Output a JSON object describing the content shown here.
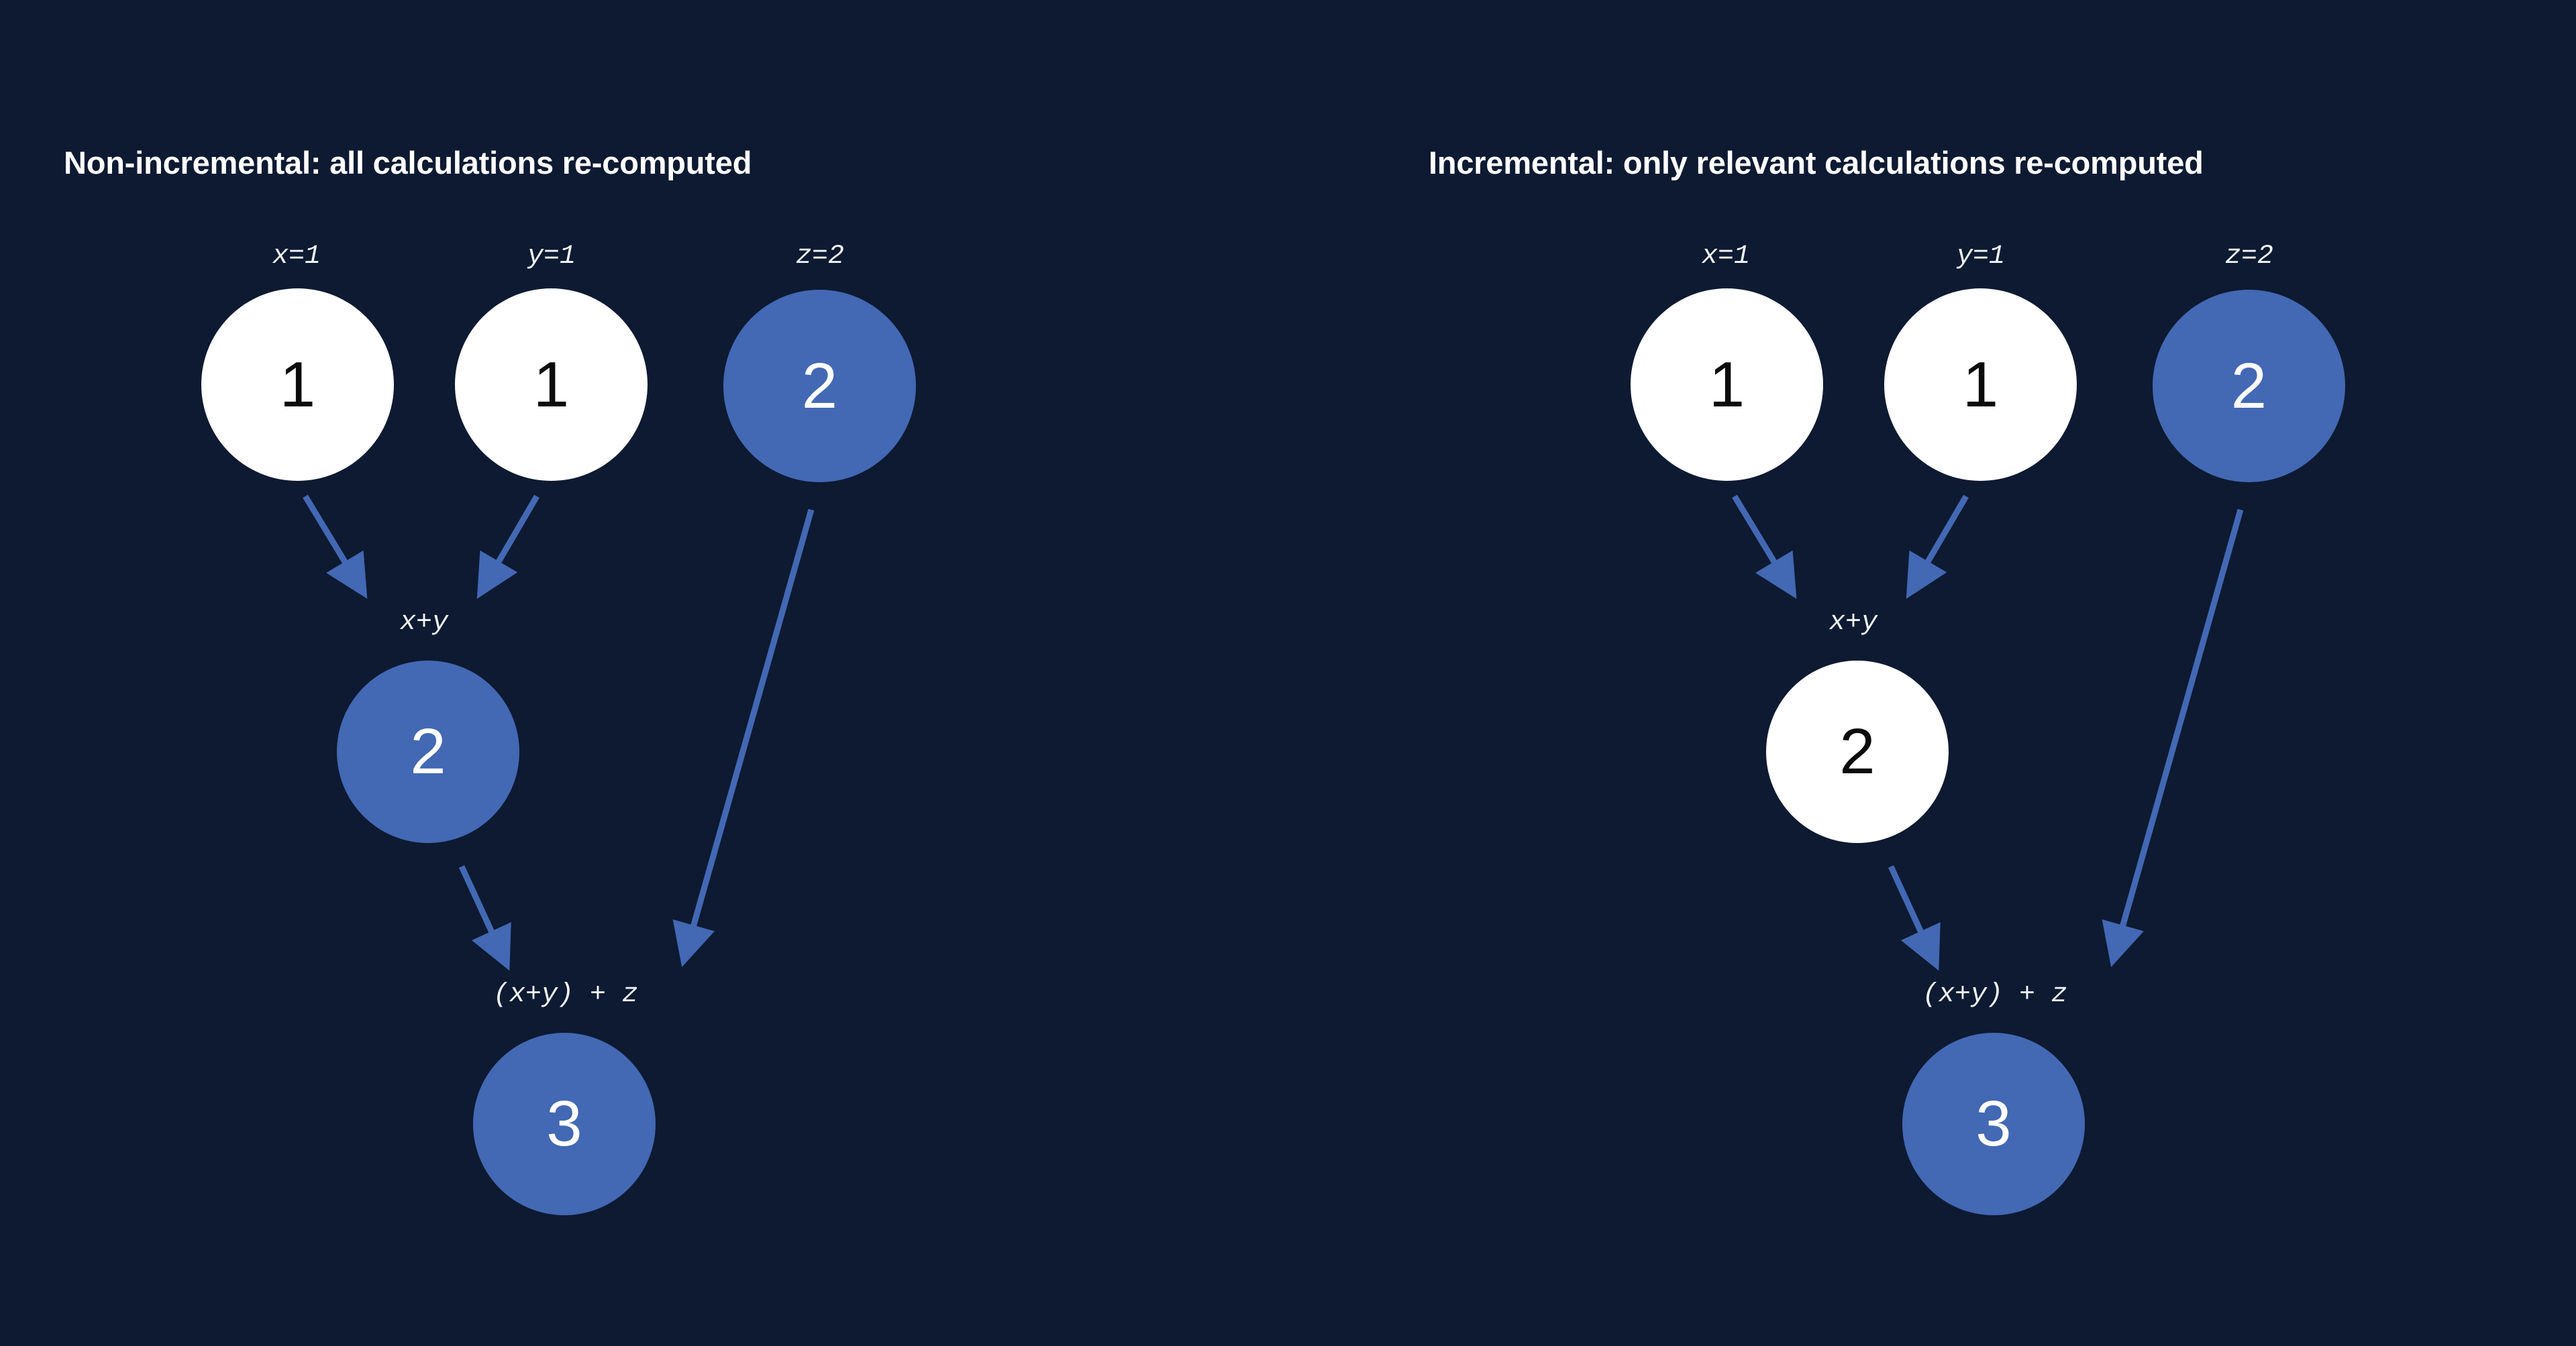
{
  "canvas": {
    "background_color": "#0d1a31",
    "accent_blue": "#4368b4",
    "node_white": "#ffffff",
    "text_white": "#ffffff"
  },
  "panels": [
    {
      "id": "non-incremental",
      "title": "Non-incremental: all calculations re-computed",
      "nodes": [
        {
          "id": "x",
          "label": "x=1",
          "value": "1",
          "state": "recomputed",
          "fill": "white"
        },
        {
          "id": "y",
          "label": "y=1",
          "value": "1",
          "state": "recomputed",
          "fill": "white"
        },
        {
          "id": "z",
          "label": "z=2",
          "value": "2",
          "state": "changed",
          "fill": "blue"
        },
        {
          "id": "xy",
          "label": "x+y",
          "value": "2",
          "state": "recomputed",
          "fill": "blue"
        },
        {
          "id": "result",
          "label": "(x+y) + z",
          "value": "3",
          "state": "recomputed",
          "fill": "blue"
        }
      ],
      "edges": [
        {
          "from": "x",
          "to": "xy"
        },
        {
          "from": "y",
          "to": "xy"
        },
        {
          "from": "z",
          "to": "result"
        },
        {
          "from": "xy",
          "to": "result"
        }
      ]
    },
    {
      "id": "incremental",
      "title": "Incremental: only relevant calculations re-computed",
      "nodes": [
        {
          "id": "x",
          "label": "x=1",
          "value": "1",
          "state": "unchanged",
          "fill": "white"
        },
        {
          "id": "y",
          "label": "y=1",
          "value": "1",
          "state": "unchanged",
          "fill": "white"
        },
        {
          "id": "z",
          "label": "z=2",
          "value": "2",
          "state": "changed",
          "fill": "blue"
        },
        {
          "id": "xy",
          "label": "x+y",
          "value": "2",
          "state": "cached",
          "fill": "white"
        },
        {
          "id": "result",
          "label": "(x+y) + z",
          "value": "3",
          "state": "recomputed",
          "fill": "blue"
        }
      ],
      "edges": [
        {
          "from": "x",
          "to": "xy"
        },
        {
          "from": "y",
          "to": "xy"
        },
        {
          "from": "z",
          "to": "result"
        },
        {
          "from": "xy",
          "to": "result"
        }
      ]
    }
  ]
}
